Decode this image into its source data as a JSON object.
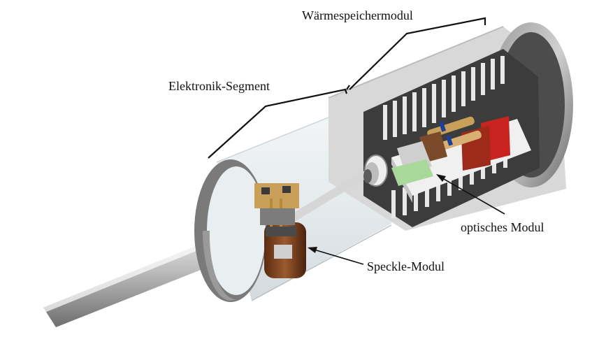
{
  "labels": {
    "waermespeicher": "Wärmespeichermodul",
    "elektronik": "Elektronik-Segment",
    "optisch": "optisches Modul",
    "speckle": "Speckle-Modul"
  },
  "colors": {
    "metal_light": "#d9d9d9",
    "metal_mid": "#a9a9a9",
    "metal_dark": "#5f5f5f",
    "copper": "#8a4a24",
    "brass": "#c9a05a",
    "red_block": "#c8231e",
    "green_block": "#a8d89a",
    "glass": "#e6ecef"
  }
}
